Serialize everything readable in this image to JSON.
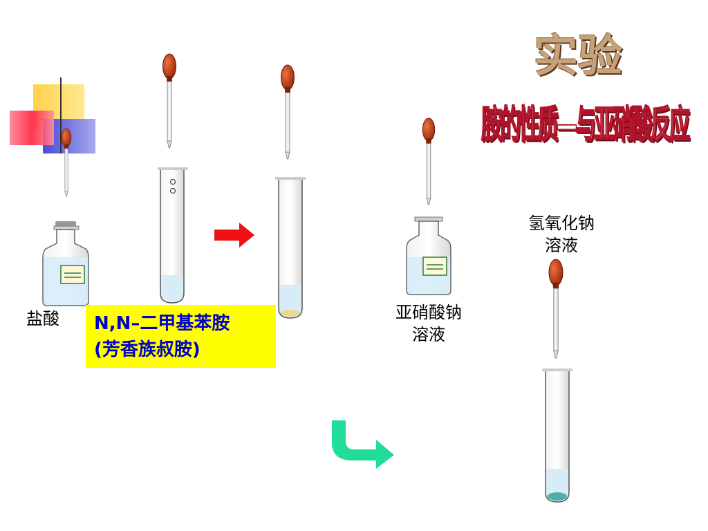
{
  "title": {
    "main": "实验",
    "subtitle": "胺的性质—与亚硝酸反应"
  },
  "reagents": {
    "hydrochloric_acid": "盐酸",
    "amine": [
      "N,N–二甲基苯胺",
      "(芳香族叔胺)"
    ],
    "sodium_nitrite": [
      "亚硝酸钠",
      "溶液"
    ],
    "sodium_hydroxide": [
      "氢氧化钠",
      "溶液"
    ]
  },
  "icons": {
    "dropper": "dropper-icon",
    "bottle": "reagent-bottle-icon",
    "test_tube": "test-tube-icon",
    "arrow_red": "arrow-right-icon",
    "arrow_green": "curved-arrow-icon"
  },
  "colors": {
    "dropper_bulb": "#b53a10",
    "liquid": "#d8ecf8",
    "yellow_box": "#ffff00",
    "amine_text": "#0000cc",
    "arrow_red": "#ee1111",
    "arrow_green": "#22dd99",
    "precipitate": "#e8d890",
    "blue_green_product": "#4ab0a8"
  }
}
